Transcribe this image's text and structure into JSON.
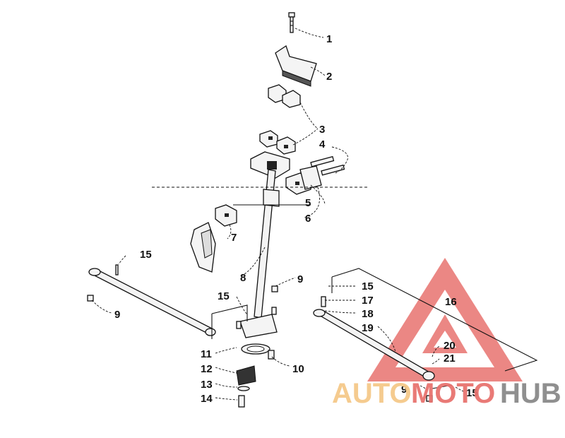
{
  "diagram": {
    "callouts": [
      {
        "id": "c1",
        "label": "1"
      },
      {
        "id": "c2",
        "label": "2"
      },
      {
        "id": "c3",
        "label": "3"
      },
      {
        "id": "c4",
        "label": "4"
      },
      {
        "id": "c5",
        "label": "5"
      },
      {
        "id": "c6",
        "label": "6"
      },
      {
        "id": "c7",
        "label": "7"
      },
      {
        "id": "c8",
        "label": "8"
      },
      {
        "id": "c9a",
        "label": "9"
      },
      {
        "id": "c15a",
        "label": "15"
      },
      {
        "id": "c9b",
        "label": "9"
      },
      {
        "id": "c15b",
        "label": "15"
      },
      {
        "id": "c11",
        "label": "11"
      },
      {
        "id": "c10",
        "label": "10"
      },
      {
        "id": "c12",
        "label": "12"
      },
      {
        "id": "c13",
        "label": "13"
      },
      {
        "id": "c14",
        "label": "14"
      },
      {
        "id": "c15c",
        "label": "15"
      },
      {
        "id": "c17",
        "label": "17"
      },
      {
        "id": "c18",
        "label": "18"
      },
      {
        "id": "c19",
        "label": "19"
      },
      {
        "id": "c16",
        "label": "16"
      },
      {
        "id": "c20",
        "label": "20"
      },
      {
        "id": "c21",
        "label": "21"
      },
      {
        "id": "c9c",
        "label": "9"
      },
      {
        "id": "c15d",
        "label": "15"
      }
    ]
  },
  "watermark": {
    "part1": "AUTO",
    "part2": "MOTO",
    "part3": "HUB",
    "color_orange": "#f5c98a",
    "color_red": "#e8736f",
    "color_gray": "#8a8a8a"
  }
}
